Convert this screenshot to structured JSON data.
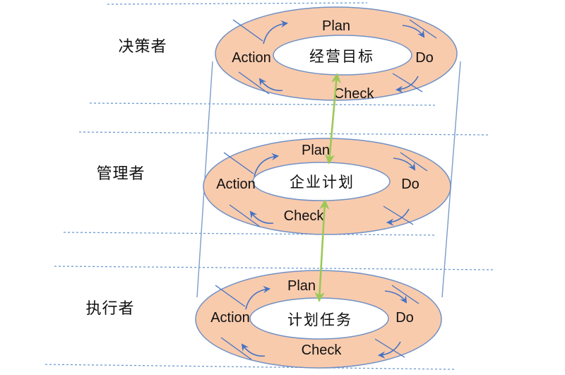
{
  "levels": [
    {
      "label": "决策者",
      "center": "经营目标"
    },
    {
      "label": "管理者",
      "center": "企业计划"
    },
    {
      "label": "执行者",
      "center": "计划任务"
    }
  ],
  "pdca": {
    "plan": "Plan",
    "do": "Do",
    "check": "Check",
    "action": "Action"
  },
  "colors": {
    "ring_fill": "#F8CBAD",
    "ring_stroke": "#7291C4",
    "rotation_arrow_blue": "#4472C4",
    "connector_green": "#9CC858",
    "dashed_line_blue": "#6C9BD2",
    "text": "#111111",
    "background": "#FFFFFF"
  }
}
